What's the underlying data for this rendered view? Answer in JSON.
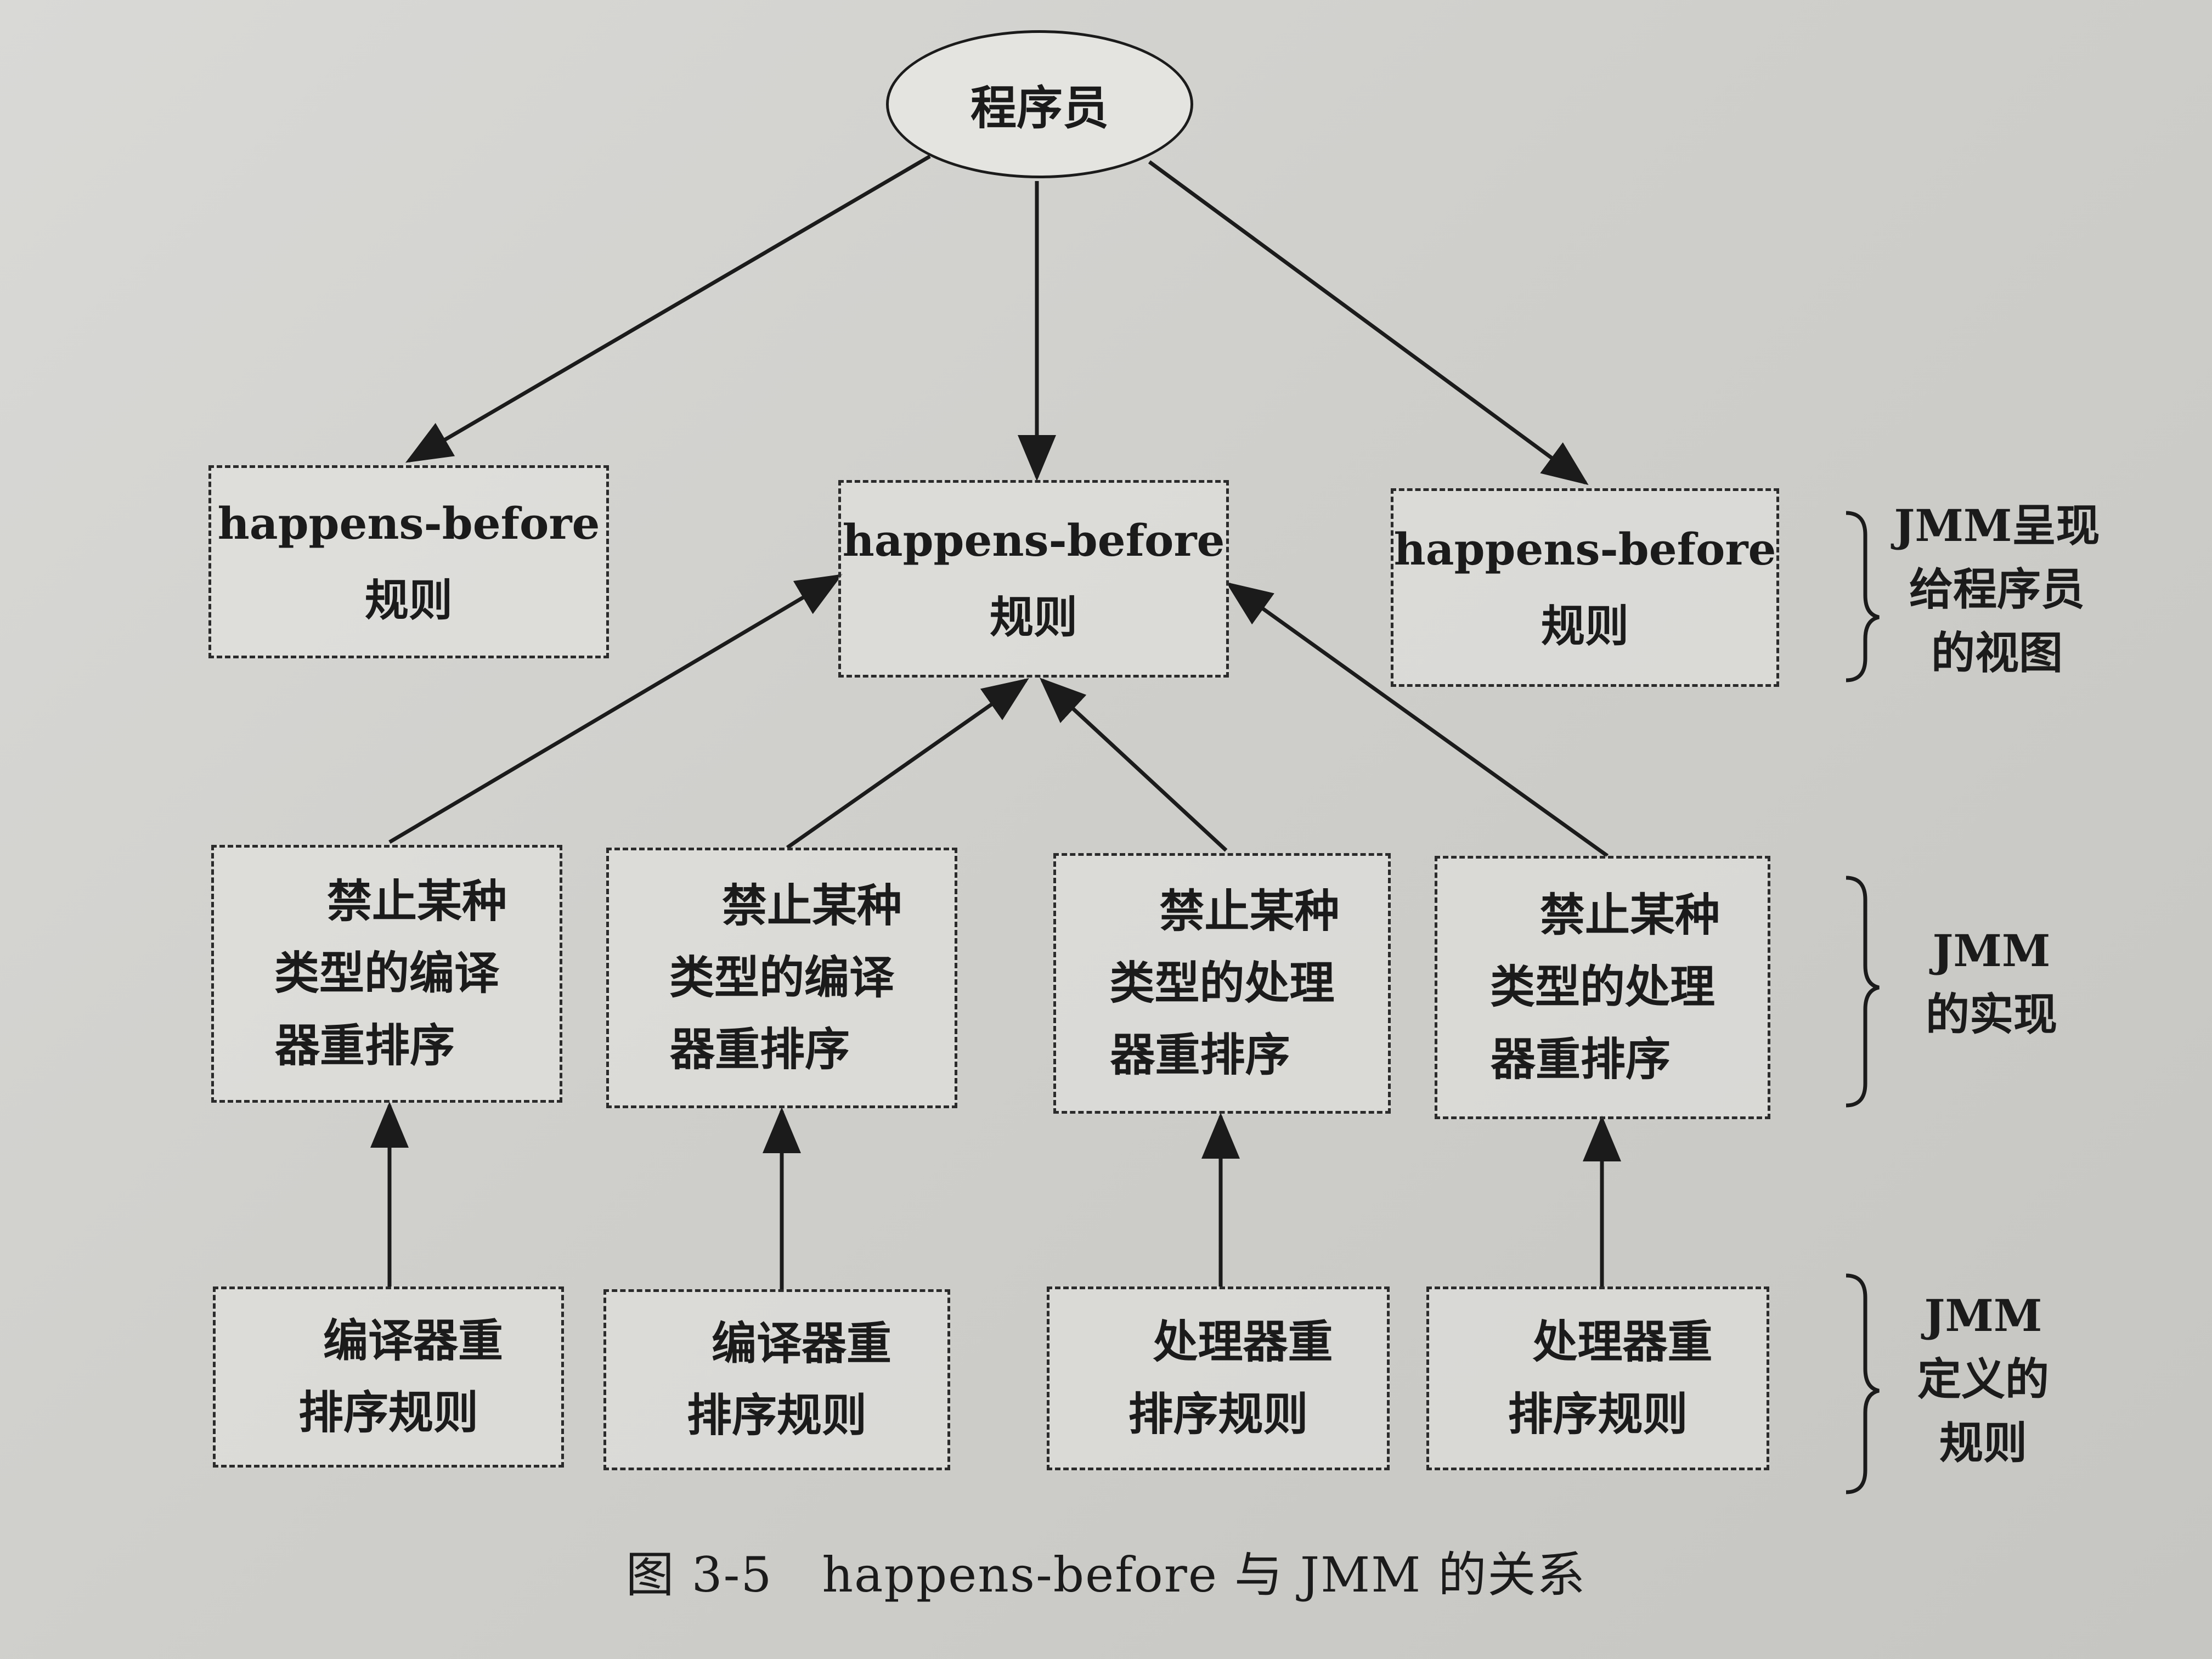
{
  "top_node": "程序员",
  "hb_rule": {
    "line1": "happens-before",
    "line2": "规则"
  },
  "jmm_impl_boxes": [
    [
      "禁止某种",
      "类型的编译",
      "器重排序"
    ],
    [
      "禁止某种",
      "类型的编译",
      "器重排序"
    ],
    [
      "禁止某种",
      "类型的处理",
      "器重排序"
    ],
    [
      "禁止某种",
      "类型的处理",
      "器重排序"
    ]
  ],
  "rule_boxes": [
    [
      "编译器重",
      "排序规则"
    ],
    [
      "编译器重",
      "排序规则"
    ],
    [
      "处理器重",
      "排序规则"
    ],
    [
      "处理器重",
      "排序规则"
    ]
  ],
  "side_labels": {
    "view": [
      "JMM呈现",
      "给程序员",
      "的视图"
    ],
    "impl": [
      "JMM",
      "的实现"
    ],
    "defined": [
      "JMM",
      "定义的",
      "规则"
    ]
  },
  "caption": "图 3-5　happens-before 与 JMM 的关系"
}
